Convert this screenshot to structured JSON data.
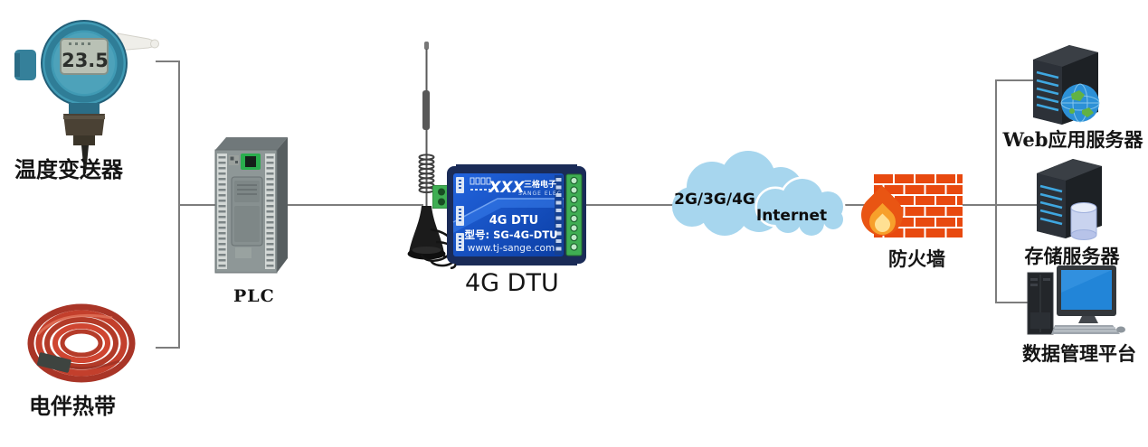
{
  "colors": {
    "line": "#7d7d7d",
    "cloud_blue": "#a7d6ee",
    "brick_orange": "#e8490f",
    "dtu_navy": "#1a2b57",
    "dtu_blue": "#1a5ad4",
    "transmitter_teal": "#4096b2",
    "coil_red": "#c33f2c",
    "server_dark": "#24282d",
    "stripe_blue": "#3fa7e0"
  },
  "nodes": {
    "temperature_transmitter": {
      "label": "温度变送器",
      "lcd_value": "23.5"
    },
    "heat_trace_cable": {
      "label": "电伴热带"
    },
    "plc": {
      "label": "PLC"
    },
    "dtu": {
      "label": "4G DTU",
      "logo_text": "XXX",
      "brand_cn": "三格电子",
      "brand_en": "SANGE ELEC",
      "product": "4G DTU",
      "model": "型号: SG-4G-DTU",
      "website": "www.tj-sange.com"
    },
    "internet_cloud": {
      "network": "2G/3G/4G",
      "name": "Internet"
    },
    "firewall": {
      "label": "防火墙"
    },
    "web_server": {
      "label": "Web应用服务器"
    },
    "storage_server": {
      "label": "存储服务器"
    },
    "data_platform": {
      "label": "数据管理平台"
    }
  }
}
